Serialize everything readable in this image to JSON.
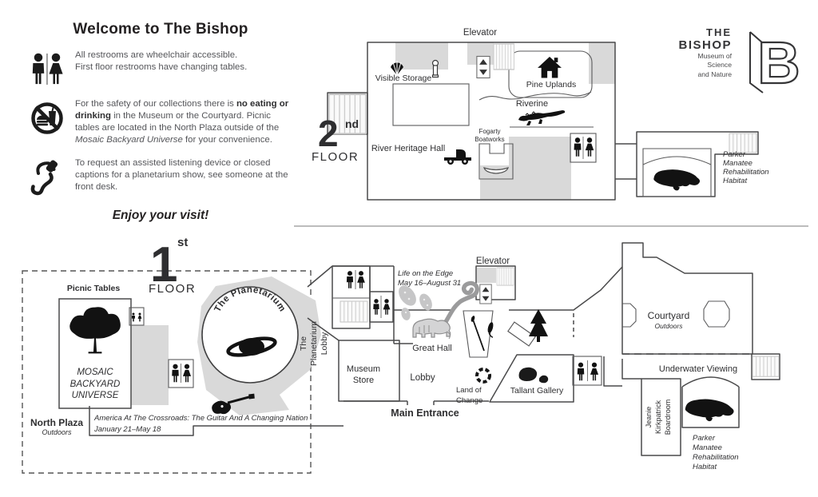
{
  "colors": {
    "wall": "#4a4a4b",
    "gray_fill": "#d9d9d9",
    "icon_black": "#121212",
    "body_text": "#55565a",
    "title_text": "#242122",
    "fossil_gray": "#c6c6c7",
    "spiral_gray": "#9b9b9c",
    "divider": "#bcbcbc"
  },
  "icons": {
    "info_restroom": "man-woman-restroom-sign",
    "info_no_food": "no-food-or-drink-prohibition",
    "info_listening": "assisted-listening-ear",
    "map": [
      "elevator-arrows",
      "stairs",
      "shell",
      "grandfather-clock",
      "house",
      "alligator",
      "antique-car",
      "boat",
      "manatee",
      "tree",
      "conifer-tree",
      "saturn-planet",
      "electric-guitar",
      "mammoth-skeleton",
      "ammonite-spiral",
      "fossils",
      "circular-ring",
      "rocks",
      "restroom-figures"
    ]
  },
  "info_panel": {
    "title": "Welcome to The Bishop",
    "restrooms": {
      "line1": "All restrooms are wheelchair accessible.",
      "line2": "First floor restrooms have changing tables."
    },
    "food": {
      "seg1": "For the safety of our collections there is ",
      "seg2_bold": "no eating or drinking",
      "seg3": " in the Museum or the Courtyard. Picnic tables are located in the North Plaza outside of the ",
      "seg4_italic": "Mosaic Backyard Universe",
      "seg5": " for your convenience."
    },
    "listening": "To request an assisted listening device or closed captions for a planetarium show, see someone at the front desk.",
    "closing": "Enjoy your visit!"
  },
  "logo": {
    "line1": "THE",
    "line2": "BISHOP",
    "sub1": "Museum of",
    "sub2": "Science",
    "sub3": "and Nature",
    "mark": "B"
  },
  "floor2": {
    "number": "2",
    "ordinal": "nd",
    "floor_word": "FLOOR",
    "elevator": "Elevator",
    "visible_storage": "Visible Storage",
    "pine_uplands": "Pine Uplands",
    "riverine": "Riverine",
    "fogarty_line1": "Fogarty",
    "fogarty_line2": "Boatworks",
    "river_heritage_hall": "River Heritage Hall",
    "parker_habitat": {
      "line1": "Parker",
      "line2": "Manatee",
      "line3": "Rehabilitation",
      "line4": "Habitat"
    }
  },
  "floor1": {
    "number": "1",
    "ordinal": "st",
    "floor_word": "FLOOR",
    "picnic_tables": "Picnic Tables",
    "mosaic": {
      "line1": "MOSAIC",
      "line2": "BACKYARD",
      "line3": "UNIVERSE"
    },
    "north_plaza": "North Plaza",
    "north_plaza_sub": "Outdoors",
    "america_exhibit": {
      "line1": "America At The Crossroads: The Guitar And A Changing Nation",
      "line2": "January 21–May 18"
    },
    "planetarium": "The Planetarium",
    "planetarium_lobby": {
      "line1": "The",
      "line2": "Planetarium",
      "line3": "Lobby"
    },
    "museum_store": {
      "line1": "Museum",
      "line2": "Store"
    },
    "lobby": "Lobby",
    "life_on_edge": {
      "line1": "Life on the Edge",
      "line2": "May 16–August 31"
    },
    "elevator": "Elevator",
    "great_hall": "Great Hall",
    "land_of_change": {
      "line1": "Land of",
      "line2": "Change"
    },
    "tallant_gallery": "Tallant Gallery",
    "main_entrance": "Main Entrance",
    "courtyard": "Courtyard",
    "courtyard_sub": "Outdoors",
    "underwater_viewing": "Underwater Viewing",
    "boardroom": {
      "line1": "Jeanie",
      "line2": "Kirkpatrick",
      "line3": "Boardroom"
    },
    "parker_habitat": {
      "line1": "Parker",
      "line2": "Manatee",
      "line3": "Rehabilitation",
      "line4": "Habitat"
    }
  }
}
